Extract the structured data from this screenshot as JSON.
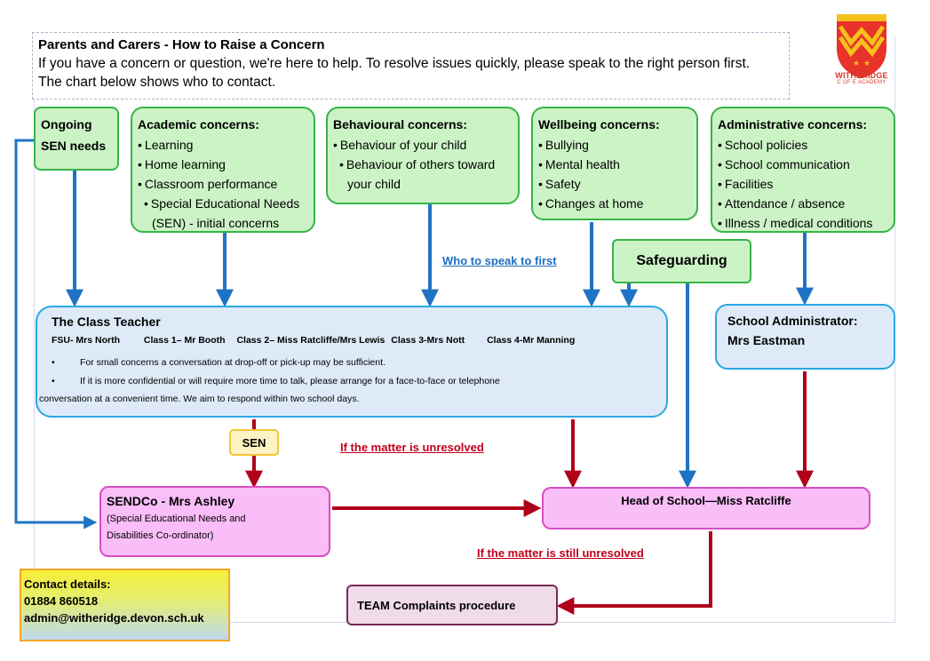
{
  "intro": {
    "title": "Parents and Carers - How to Raise a Concern",
    "line1": "If you have a concern or question, we're here to help. To resolve issues quickly, please speak to the right person first.",
    "line2": "The chart below shows who to contact."
  },
  "logo": {
    "name": "WITHERIDGE",
    "sub": "C OF E ACADEMY"
  },
  "concerns": {
    "ongoing": {
      "line1": "Ongoing",
      "line2": "SEN needs"
    },
    "academic": {
      "title": "Academic concerns:",
      "items": [
        "Learning",
        "Home learning",
        "Classroom performance",
        "Special Educational Needs (SEN) - initial concerns"
      ]
    },
    "behavioural": {
      "title": "Behavioural concerns:",
      "items": [
        "Behaviour of your child",
        "Behaviour of others toward your child"
      ]
    },
    "wellbeing": {
      "title": "Wellbeing concerns:",
      "items": [
        "Bullying",
        "Mental health",
        "Safety",
        "Changes at home"
      ]
    },
    "administrative": {
      "title": "Administrative concerns:",
      "items": [
        "School policies",
        "School communication",
        "Facilities",
        "Attendance / absence",
        "Illness / medical conditions"
      ]
    }
  },
  "labels": {
    "who_first": "Who to speak to first",
    "unresolved": "If the matter is unresolved",
    "still_unresolved": "If the matter is still unresolved"
  },
  "safeguarding": "Safeguarding",
  "class_teacher": {
    "title": "The Class Teacher",
    "classes": [
      "FSU- Mrs North",
      "Class 1– Mr Booth",
      "Class 2– Miss Ratcliffe/Mrs Lewis",
      "Class 3-Mrs Nott",
      "Class 4-Mr Manning"
    ],
    "bullet1": "For small concerns a conversation at drop-off or pick-up may be sufficient.",
    "bullet2": "If it is more confidential or will require more time to talk, please arrange for a face-to-face or telephone",
    "bullet2_cont": "conversation at a convenient time.  We aim to respond within two school days."
  },
  "school_admin": {
    "title": "School Administrator:",
    "name": "Mrs Eastman"
  },
  "sen_tag": "SEN",
  "sendco": {
    "title": "SENDCo - Mrs Ashley",
    "sub1": "(Special Educational Needs and",
    "sub2": "Disabilities Co-ordinator)"
  },
  "head_of_school": "Head of School—Miss Ratcliffe",
  "team_complaints": "TEAM Complaints procedure",
  "contact": {
    "title": "Contact details:",
    "phone": "01884 860518",
    "email": "admin@witheridge.devon.sch.uk"
  },
  "colors": {
    "blue_arrow": "#1f73c4",
    "red_arrow": "#b0001a",
    "green_border": "#38b449",
    "pink": "#f9bdf8"
  }
}
